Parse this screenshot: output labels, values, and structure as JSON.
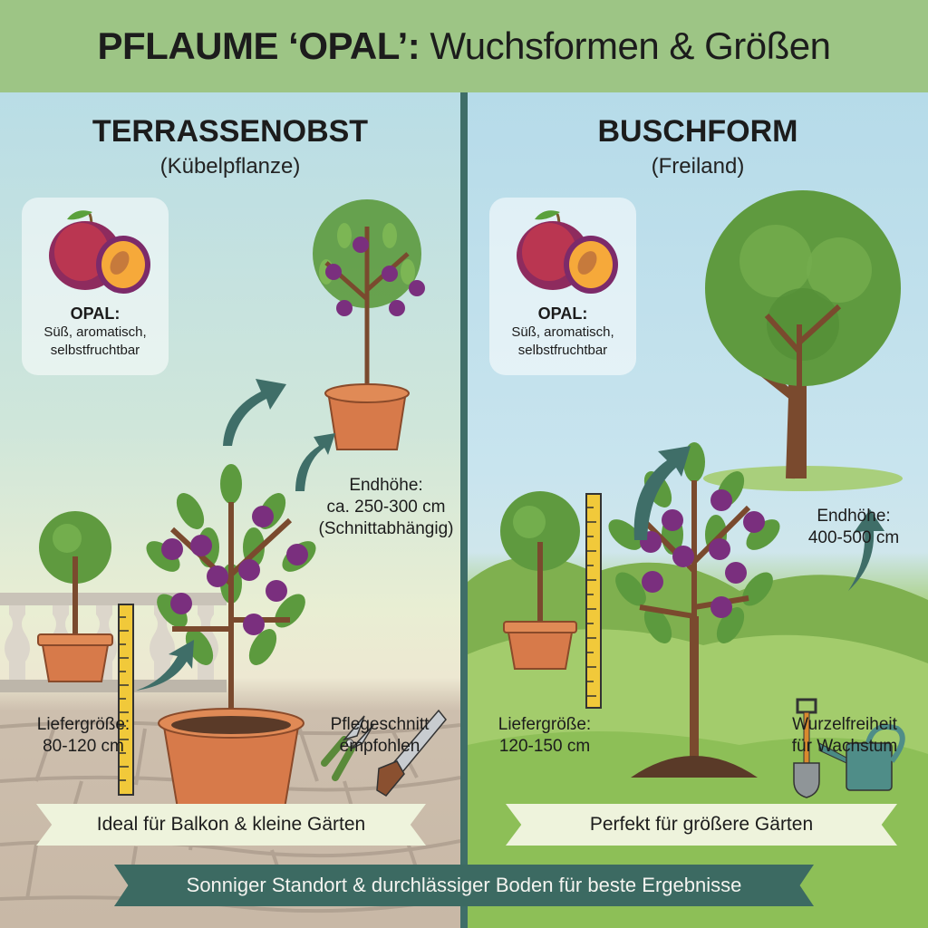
{
  "header": {
    "title_bold": "PFLAUME ‘OPAL’:",
    "title_rest": " Wuchsformen & Größen",
    "background": "#9dc585"
  },
  "left_panel": {
    "title": "TERRASSENOBST",
    "subtitle": "(Kübelpflanze)",
    "info_card": {
      "title": "OPAL:",
      "lines": [
        "Süß, aromatisch,",
        "selbstfruchtbar"
      ]
    },
    "delivery_label": [
      "Liefergröße:",
      "80-120 cm"
    ],
    "final_height_label": [
      "Endhöhe:",
      "ca. 250-300 cm",
      "(Schnittabhängig)"
    ],
    "care_label": [
      "Pflegeschnitt",
      "empfohlen"
    ],
    "ribbon": "Ideal für Balkon & kleine Gärten",
    "icons": [
      "plum-icon",
      "small-potted-tree-icon",
      "measuring-tape-icon",
      "fruiting-potted-tree-icon",
      "mature-potted-tree-icon",
      "growth-arrow-icon",
      "pruning-shears-icon",
      "pruning-saw-icon",
      "balustrade-icon"
    ]
  },
  "right_panel": {
    "title": "BUSCHFORM",
    "subtitle": "(Freiland)",
    "info_card": {
      "title": "OPAL:",
      "lines": [
        "Süß, aromatisch,",
        "selbstfruchtbar"
      ]
    },
    "delivery_label": [
      "Liefergröße:",
      "120-150 cm"
    ],
    "final_height_label": [
      "Endhöhe:",
      "400-500 cm"
    ],
    "care_label": [
      "Wurzelfreiheit",
      "für Wachstum"
    ],
    "ribbon": "Perfekt für größere Gärten",
    "icons": [
      "plum-icon",
      "small-potted-tree-icon",
      "measuring-tape-icon",
      "fruiting-tree-icon",
      "mature-tree-icon",
      "growth-arrow-icon",
      "spade-icon",
      "watering-can-icon"
    ]
  },
  "footer": {
    "text": "Sonniger Standort & durchlässiger Boden für beste Ergebnisse",
    "color": "#3c6a62"
  },
  "colors": {
    "divider": "#3f6e68",
    "arrow": "#3f6e68",
    "plum": "#7a2f7e",
    "leaf": "#5c9a3e",
    "pot": "#d77a4a",
    "trunk": "#7a4a2e"
  }
}
